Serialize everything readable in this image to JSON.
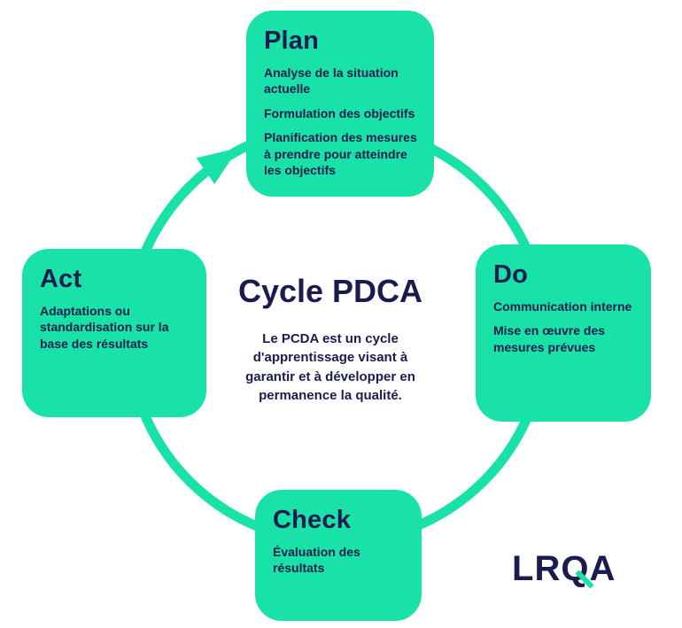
{
  "diagram": {
    "title": "Cycle PDCA",
    "description": "Le PCDA est un cycle d'apprentissage visant à garantir et à développer en permanence la qualité."
  },
  "boxes": {
    "plan": {
      "title": "Plan",
      "items": [
        "Analyse de la situation actuelle",
        "Formulation des objectifs",
        "Planification des mesures à prendre pour atteindre les objectifs"
      ]
    },
    "do": {
      "title": "Do",
      "items": [
        "Communication interne",
        "Mise en œuvre des mesures prévues"
      ]
    },
    "check": {
      "title": "Check",
      "items": [
        "Évaluation des résultats"
      ]
    },
    "act": {
      "title": "Act",
      "items": [
        "Adaptations ou standardisation sur la base des résultats"
      ]
    }
  },
  "logo": {
    "letters": [
      "L",
      "R",
      "Q",
      "A"
    ]
  },
  "colors": {
    "teal": "#19E2A9",
    "navy": "#1B1C4E"
  }
}
